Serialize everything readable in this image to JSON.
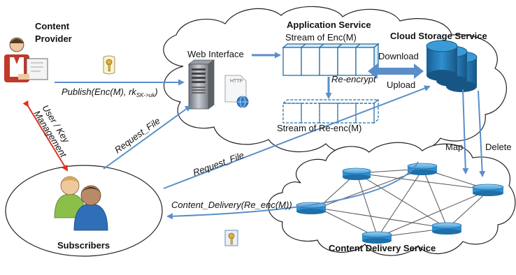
{
  "labels": {
    "content_provider_line1": "Content",
    "content_provider_line2": "Provider",
    "web_interface": "Web Interface",
    "application_service": "Application Service",
    "stream_enc": "Stream of Enc(M)",
    "cloud_storage": "Cloud Storage Service",
    "download": "Download",
    "upload": "Upload",
    "re_encrypt": "Re-encrypt",
    "stream_reenc": "Stream of Re-enc(M)",
    "publish": "Publish(Enc(M), rk",
    "publish_sub": "SK->uk",
    "publish_close": ")",
    "request_file_1": "Request_File",
    "request_file_2": "Request_File",
    "user_key_1": "User / Key",
    "user_key_2": "Management",
    "map": "Map",
    "delete": "Delete",
    "content_delivery": "Content_Delivery(Re_enc(M))",
    "subscribers": "Subscribers",
    "content_delivery_service": "Content Delivery Service",
    "http": "HTTP"
  },
  "colors": {
    "arrow_blue": "#5b8ec9",
    "arrow_red": "#e0301e",
    "cylinder_dark": "#1f6fa8",
    "cylinder_light": "#3a9bd8",
    "cloud_stroke": "#222222"
  }
}
